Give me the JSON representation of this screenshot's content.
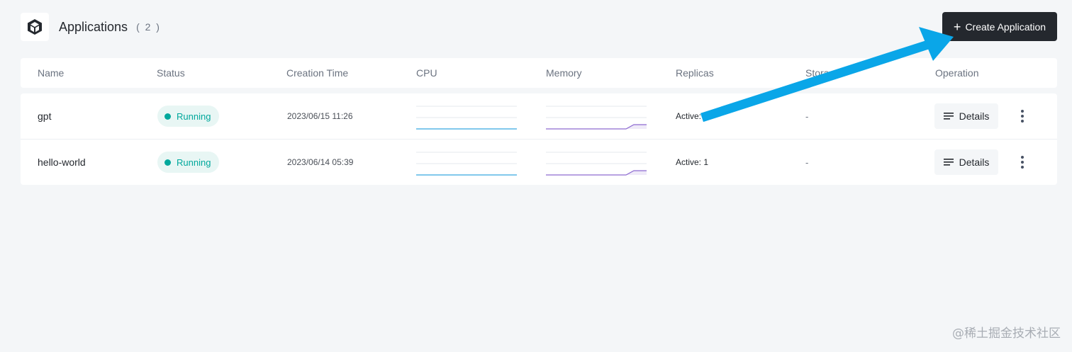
{
  "header": {
    "title": "Applications",
    "count": "( 2 )",
    "create_label": "Create Application",
    "logo_icon": "cube-icon"
  },
  "table": {
    "columns": [
      "Name",
      "Status",
      "Creation Time",
      "CPU",
      "Memory",
      "Replicas",
      "Storage",
      "Operation"
    ],
    "rows": [
      {
        "name": "gpt",
        "status": "Running",
        "created": "2023/06/15 11:26",
        "replicas": "Active: 1",
        "storage": "-",
        "details_label": "Details"
      },
      {
        "name": "hello-world",
        "status": "Running",
        "created": "2023/06/14 05:39",
        "replicas": "Active: 1",
        "storage": "-",
        "details_label": "Details"
      }
    ]
  },
  "colors": {
    "accent": "#24282e",
    "running": "#00a89c",
    "cpu_line": "#36a8e0",
    "memory_line": "#8d6bd1",
    "annotation_arrow": "#0aa6e8"
  },
  "watermark": "@稀土掘金技术社区"
}
